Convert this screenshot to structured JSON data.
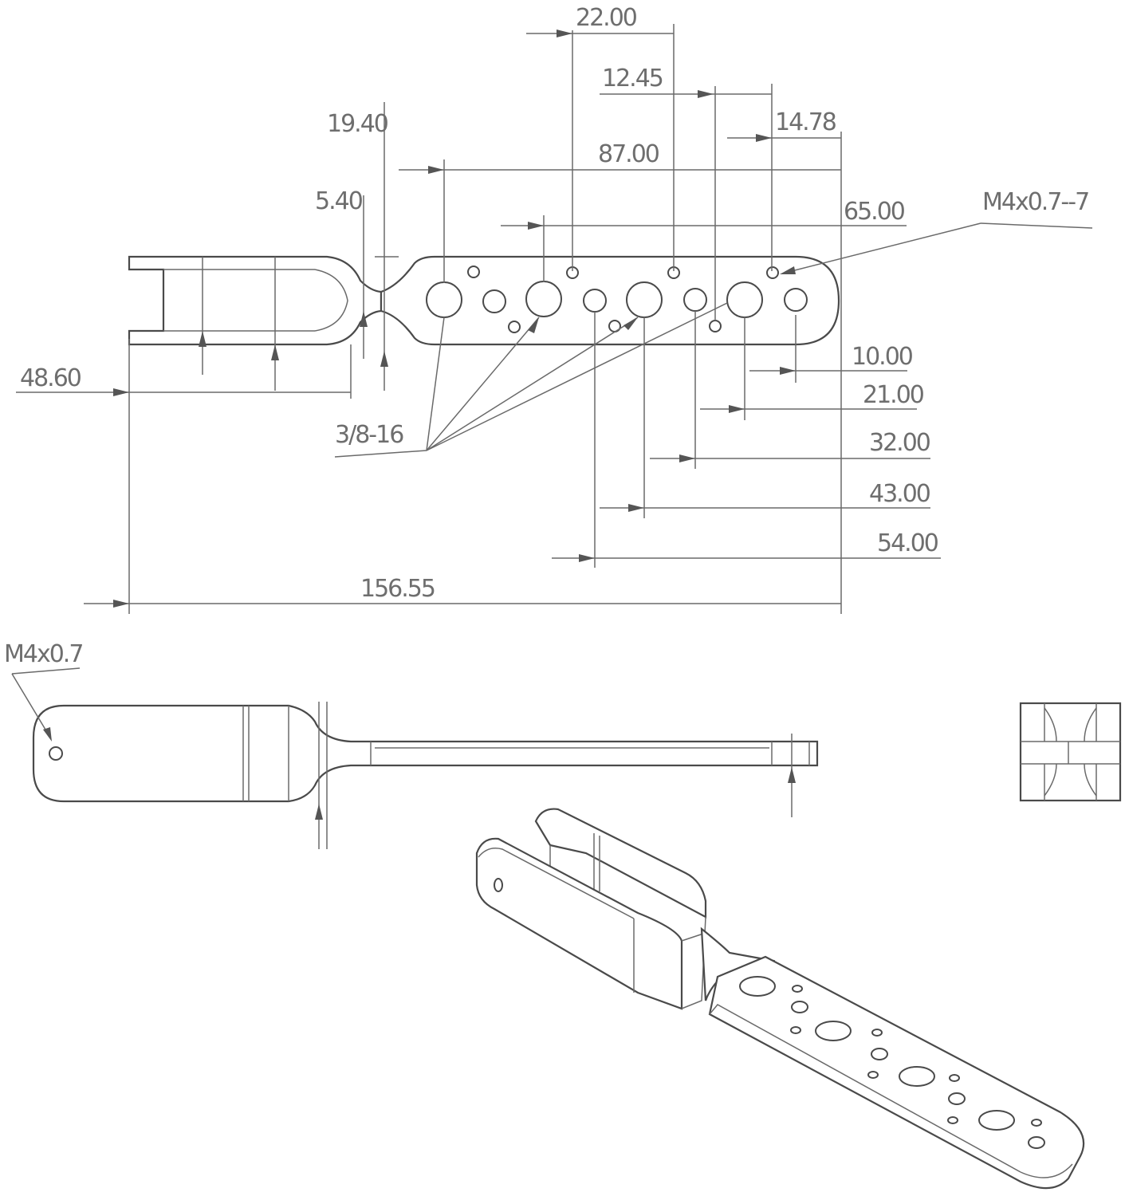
{
  "dimensions": {
    "d_22_00": "22.00",
    "d_12_45": "12.45",
    "d_14_78": "14.78",
    "d_19_40": "19.40",
    "d_87_00": "87.00",
    "d_5_40": "5.40",
    "d_65_00": "65.00",
    "d_48_60": "48.60",
    "d_10_00": "10.00",
    "d_21_00": "21.00",
    "d_32_00": "32.00",
    "d_43_00": "43.00",
    "d_54_00": "54.00",
    "d_156_55": "156.55"
  },
  "callouts": {
    "thread_small_top": "M4x0.7--7",
    "thread_large": "3/8-16",
    "thread_small_side": "M4x0.7"
  },
  "views": [
    "top-view",
    "side-view",
    "end-view",
    "isometric-view"
  ],
  "colors": {
    "line": "#5a5a5a",
    "text": "#6e6e6e",
    "background": "#ffffff"
  }
}
